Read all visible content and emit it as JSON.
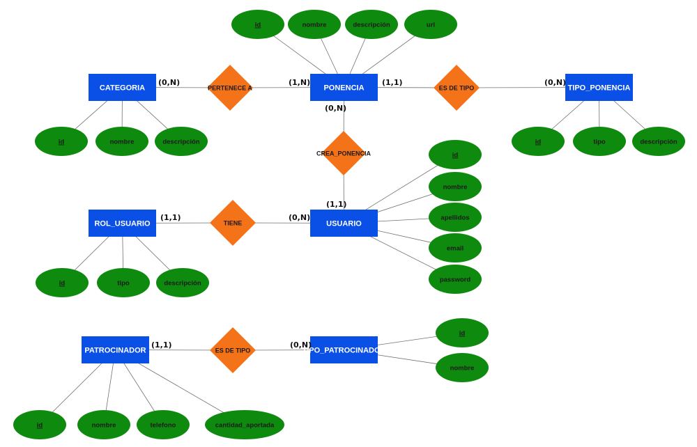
{
  "colors": {
    "entity": "#0b50e6",
    "attribute": "#0e8a0e",
    "relationship": "#f47218"
  },
  "entities": [
    {
      "id": "categoria",
      "label": "CATEGORIA"
    },
    {
      "id": "ponencia",
      "label": "PONENCIA"
    },
    {
      "id": "tipo_ponencia",
      "label": "TIPO_PONENCIA"
    },
    {
      "id": "usuario",
      "label": "USUARIO"
    },
    {
      "id": "rol_usuario",
      "label": "ROL_USUARIO"
    },
    {
      "id": "patrocinador",
      "label": "PATROCINADOR"
    },
    {
      "id": "tipo_patrocinador",
      "label": "TIPO_PATROCINADOR"
    }
  ],
  "relationships": [
    {
      "id": "pertenece_a",
      "label": "PERTENECE A"
    },
    {
      "id": "es_de_tipo_ponencia",
      "label": "ES DE TIPO"
    },
    {
      "id": "crea_ponencia",
      "label": "CREA_PONENCIA"
    },
    {
      "id": "tiene",
      "label": "TIENE"
    },
    {
      "id": "es_de_tipo_patrocinador",
      "label": "ES DE TIPO"
    }
  ],
  "attributes": [
    {
      "id": "ponencia_id",
      "owner": "ponencia",
      "label": "id",
      "key": true
    },
    {
      "id": "ponencia_nombre",
      "owner": "ponencia",
      "label": "nombre",
      "key": false
    },
    {
      "id": "ponencia_descripcion",
      "owner": "ponencia",
      "label": "descripción",
      "key": false
    },
    {
      "id": "ponencia_url",
      "owner": "ponencia",
      "label": "url",
      "key": false
    },
    {
      "id": "categoria_id",
      "owner": "categoria",
      "label": "id",
      "key": true
    },
    {
      "id": "categoria_nombre",
      "owner": "categoria",
      "label": "nombre",
      "key": false
    },
    {
      "id": "categoria_descripcion",
      "owner": "categoria",
      "label": "descripción",
      "key": false
    },
    {
      "id": "tipo_ponencia_id",
      "owner": "tipo_ponencia",
      "label": "id",
      "key": true
    },
    {
      "id": "tipo_ponencia_tipo",
      "owner": "tipo_ponencia",
      "label": "tipo",
      "key": false
    },
    {
      "id": "tipo_ponencia_descripcion",
      "owner": "tipo_ponencia",
      "label": "descripción",
      "key": false
    },
    {
      "id": "usuario_id",
      "owner": "usuario",
      "label": "id",
      "key": true
    },
    {
      "id": "usuario_nombre",
      "owner": "usuario",
      "label": "nombre",
      "key": false
    },
    {
      "id": "usuario_apellidos",
      "owner": "usuario",
      "label": "apellidos",
      "key": false
    },
    {
      "id": "usuario_email",
      "owner": "usuario",
      "label": "email",
      "key": false
    },
    {
      "id": "usuario_password",
      "owner": "usuario",
      "label": "password",
      "key": false
    },
    {
      "id": "rol_usuario_id",
      "owner": "rol_usuario",
      "label": "id",
      "key": true
    },
    {
      "id": "rol_usuario_tipo",
      "owner": "rol_usuario",
      "label": "tipo",
      "key": false
    },
    {
      "id": "rol_usuario_descripcion",
      "owner": "rol_usuario",
      "label": "descripción",
      "key": false
    },
    {
      "id": "patrocinador_id",
      "owner": "patrocinador",
      "label": "id",
      "key": true
    },
    {
      "id": "patrocinador_nombre",
      "owner": "patrocinador",
      "label": "nombre",
      "key": false
    },
    {
      "id": "patrocinador_telefono",
      "owner": "patrocinador",
      "label": "telefono",
      "key": false
    },
    {
      "id": "patrocinador_cantidad",
      "owner": "patrocinador",
      "label": "cantidad_aportada",
      "key": false
    },
    {
      "id": "tipo_patrocinador_id",
      "owner": "tipo_patrocinador",
      "label": "id",
      "key": true
    },
    {
      "id": "tipo_patrocinador_nombre",
      "owner": "tipo_patrocinador",
      "label": "nombre",
      "key": false
    }
  ],
  "links": [
    {
      "from": "categoria",
      "to": "pertenece_a",
      "cardinality": "(0,N)"
    },
    {
      "from": "pertenece_a",
      "to": "ponencia",
      "cardinality": "(1,N)"
    },
    {
      "from": "ponencia",
      "to": "es_de_tipo_ponencia",
      "cardinality": "(1,1)"
    },
    {
      "from": "es_de_tipo_ponencia",
      "to": "tipo_ponencia",
      "cardinality": "(0,N)"
    },
    {
      "from": "ponencia",
      "to": "crea_ponencia",
      "cardinality": "(0,N)"
    },
    {
      "from": "crea_ponencia",
      "to": "usuario",
      "cardinality": "(1,1)"
    },
    {
      "from": "rol_usuario",
      "to": "tiene",
      "cardinality": "(1,1)"
    },
    {
      "from": "tiene",
      "to": "usuario",
      "cardinality": "(0,N)"
    },
    {
      "from": "patrocinador",
      "to": "es_de_tipo_patrocinador",
      "cardinality": "(1,1)"
    },
    {
      "from": "es_de_tipo_patrocinador",
      "to": "tipo_patrocinador",
      "cardinality": "(0,N)"
    }
  ]
}
